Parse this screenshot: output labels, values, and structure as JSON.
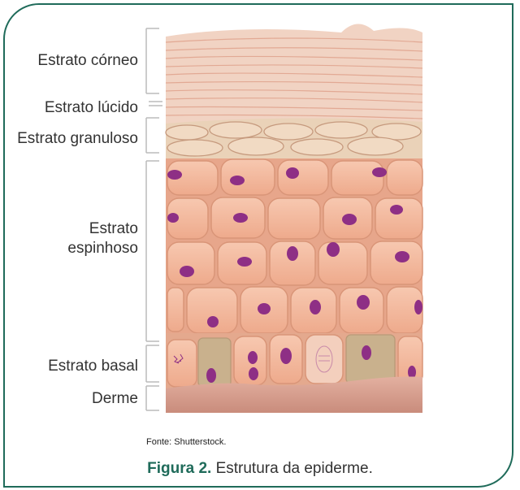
{
  "labels": [
    {
      "id": "corneo",
      "text": "Estrato córneo"
    },
    {
      "id": "lucido",
      "text": "Estrato lúcido"
    },
    {
      "id": "granuloso",
      "text": "Estrato granuloso"
    },
    {
      "id": "espinhoso_1",
      "text": "Estrato"
    },
    {
      "id": "espinhoso_2",
      "text": "espinhoso"
    },
    {
      "id": "basal",
      "text": "Estrato basal"
    },
    {
      "id": "derme",
      "text": "Derme"
    }
  ],
  "source": "Fonte: Shutterstock.",
  "caption": {
    "prefix": "Figura 2.",
    "text": " Estrutura da epiderme."
  },
  "colors": {
    "frame": "#1f6b5a",
    "cell": "#f4b99e",
    "nucleus": "#8e2f85",
    "corneum": "#f1d3c3",
    "derme": "#d9a595"
  }
}
